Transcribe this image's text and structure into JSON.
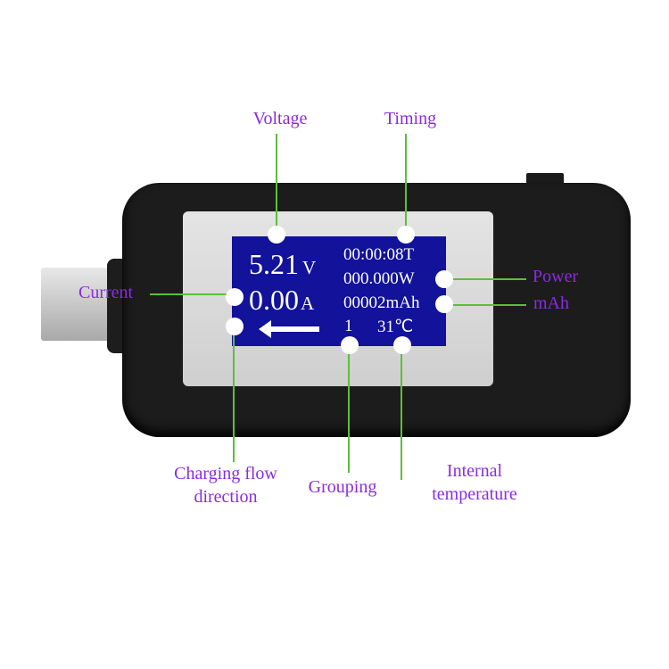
{
  "labels": {
    "voltage": "Voltage",
    "timing": "Timing",
    "power": "Power",
    "mah": "mAh",
    "current": "Current",
    "direction_line1": "Charging flow",
    "direction_line2": "direction",
    "grouping": "Grouping",
    "temperature_line1": "Internal",
    "temperature_line2": "temperature"
  },
  "screen": {
    "voltage_value": "5.21",
    "voltage_unit": "V",
    "current_value": "0.00",
    "current_unit": "A",
    "timer": "00:00:08T",
    "power": "000.000W",
    "capacity": "00002mAh",
    "group": "1",
    "temperature": "31℃",
    "direction_icon": "arrow-left-icon"
  },
  "colors": {
    "label": "#8a2be2",
    "leader": "#5cbf3a",
    "screen": "#12129a"
  }
}
